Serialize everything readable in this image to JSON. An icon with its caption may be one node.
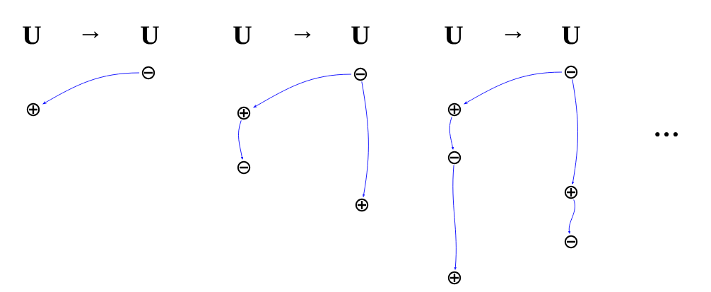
{
  "diagram": {
    "nodes": [
      {
        "text": [
          "⊖"
        ]
      },
      {
        "text": [
          "⊕"
        ]
      },
      {
        "text": [
          "⊖"
        ]
      },
      {
        "text": [
          "⊕"
        ]
      },
      {
        "text": [
          "⊖"
        ]
      },
      {
        "text": [
          "⊕"
        ]
      },
      {
        "text": [
          "⊖"
        ]
      },
      {
        "text": [
          "⊕"
        ]
      },
      {
        "text": [
          "⊖"
        ]
      },
      {
        "text": [
          "⊕"
        ]
      },
      {
        "text": [
          "⊕"
        ]
      },
      {
        "text": [
          "⊖"
        ]
      }
    ],
    "edges": [
      {
        "from": 0,
        "to": 1,
        "arrow": "to"
      },
      {
        "from": 2,
        "to": 3,
        "arrow": "to"
      },
      {
        "from": 3,
        "to": 4,
        "arrow": "to"
      },
      {
        "from": 2,
        "to": 5,
        "arrow": "to"
      },
      {
        "from": 6,
        "to": 7,
        "arrow": "to"
      },
      {
        "from": 7,
        "to": 8,
        "arrow": "to"
      },
      {
        "from": 8,
        "to": 9,
        "arrow": "to"
      },
      {
        "from": 6,
        "to": 10,
        "arrow": "to"
      },
      {
        "from": 10,
        "to": 11,
        "arrow": "to"
      }
    ],
    "labels": [
      "U",
      "→",
      "U",
      "U",
      "→",
      "U",
      "U",
      "→",
      "U",
      "…"
    ]
  }
}
